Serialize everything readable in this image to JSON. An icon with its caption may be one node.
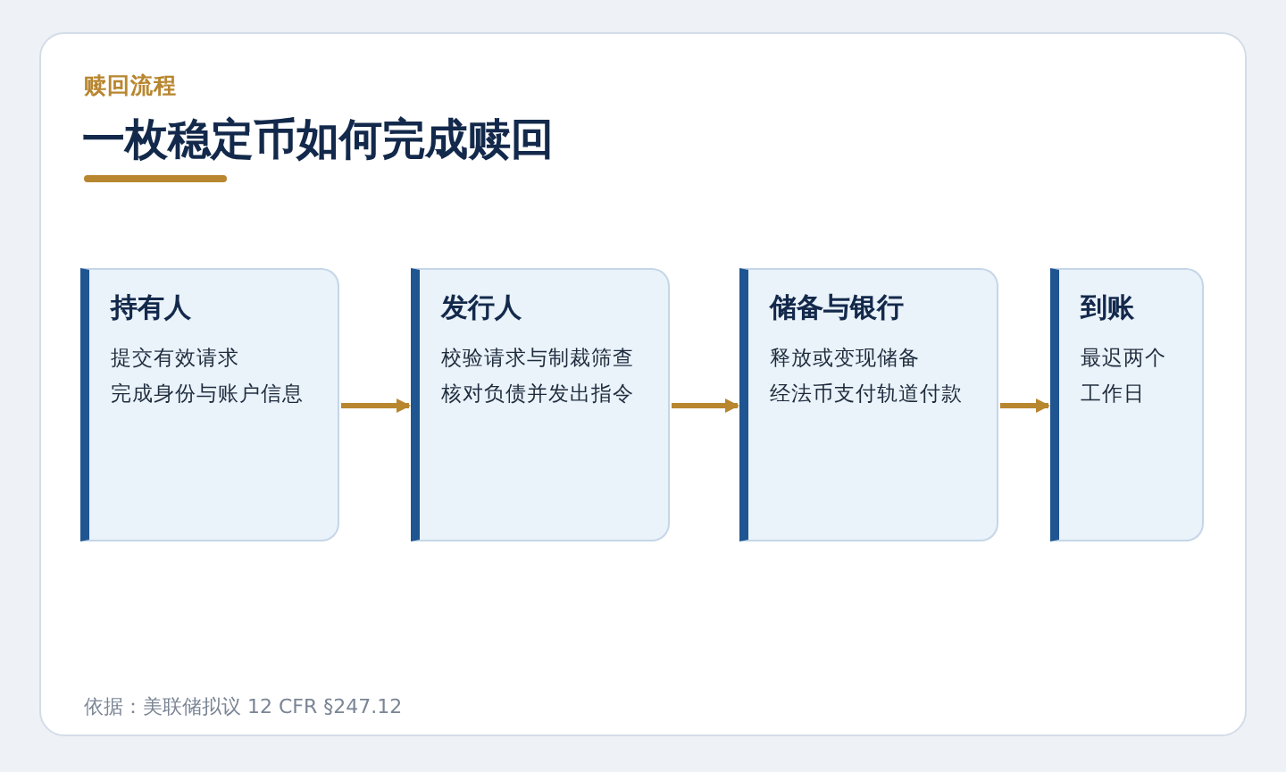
{
  "diagram": {
    "title": "一枚稳定币如何完成赎回",
    "nodes": [
      {
        "text": [
          "持有人",
          "提交有效请求",
          "完成身份与账户信息"
        ]
      },
      {
        "text": [
          "发行人",
          "校验请求与制裁筛查",
          "核对负债并发出指令"
        ]
      },
      {
        "text": [
          "储备与银行",
          "释放或变现储备",
          "经法币支付轨道付款"
        ]
      },
      {
        "text": [
          "到账",
          "最迟两个工作日"
        ]
      }
    ],
    "edges": [
      {
        "from": 0,
        "to": 1,
        "arrow": "to"
      },
      {
        "from": 1,
        "to": 2,
        "arrow": "to"
      },
      {
        "from": 2,
        "to": 3,
        "arrow": "to"
      }
    ],
    "labels": [
      "赎回流程",
      "依据：美联储拟议 12 CFR §247.12"
    ]
  }
}
